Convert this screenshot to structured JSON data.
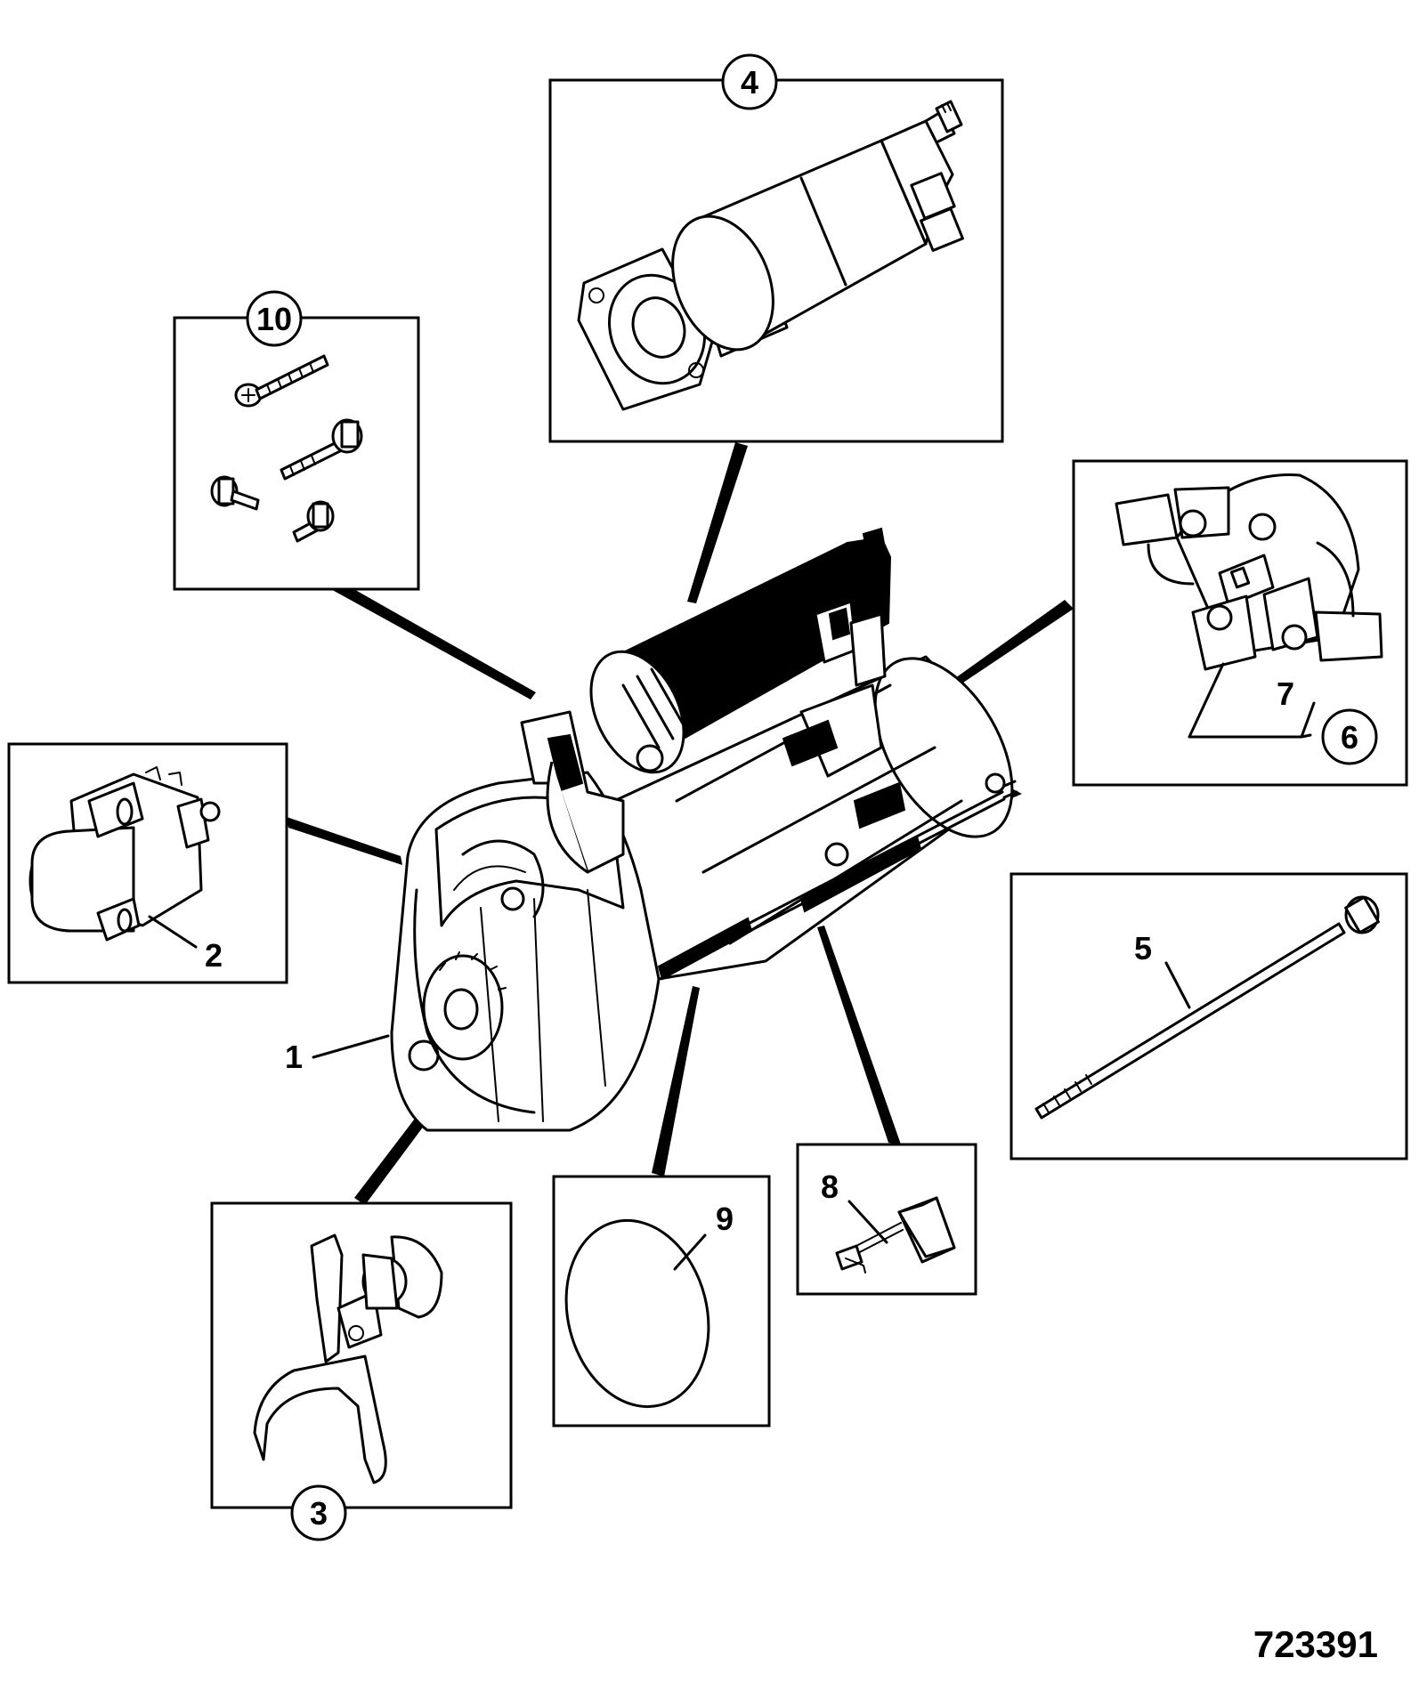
{
  "callouts": {
    "c1": "1",
    "c2": "2",
    "c3": "3",
    "c4": "4",
    "c5": "5",
    "c6": "6",
    "c7": "7",
    "c8": "8",
    "c9": "9",
    "c10": "10"
  },
  "reference_number": "723391"
}
